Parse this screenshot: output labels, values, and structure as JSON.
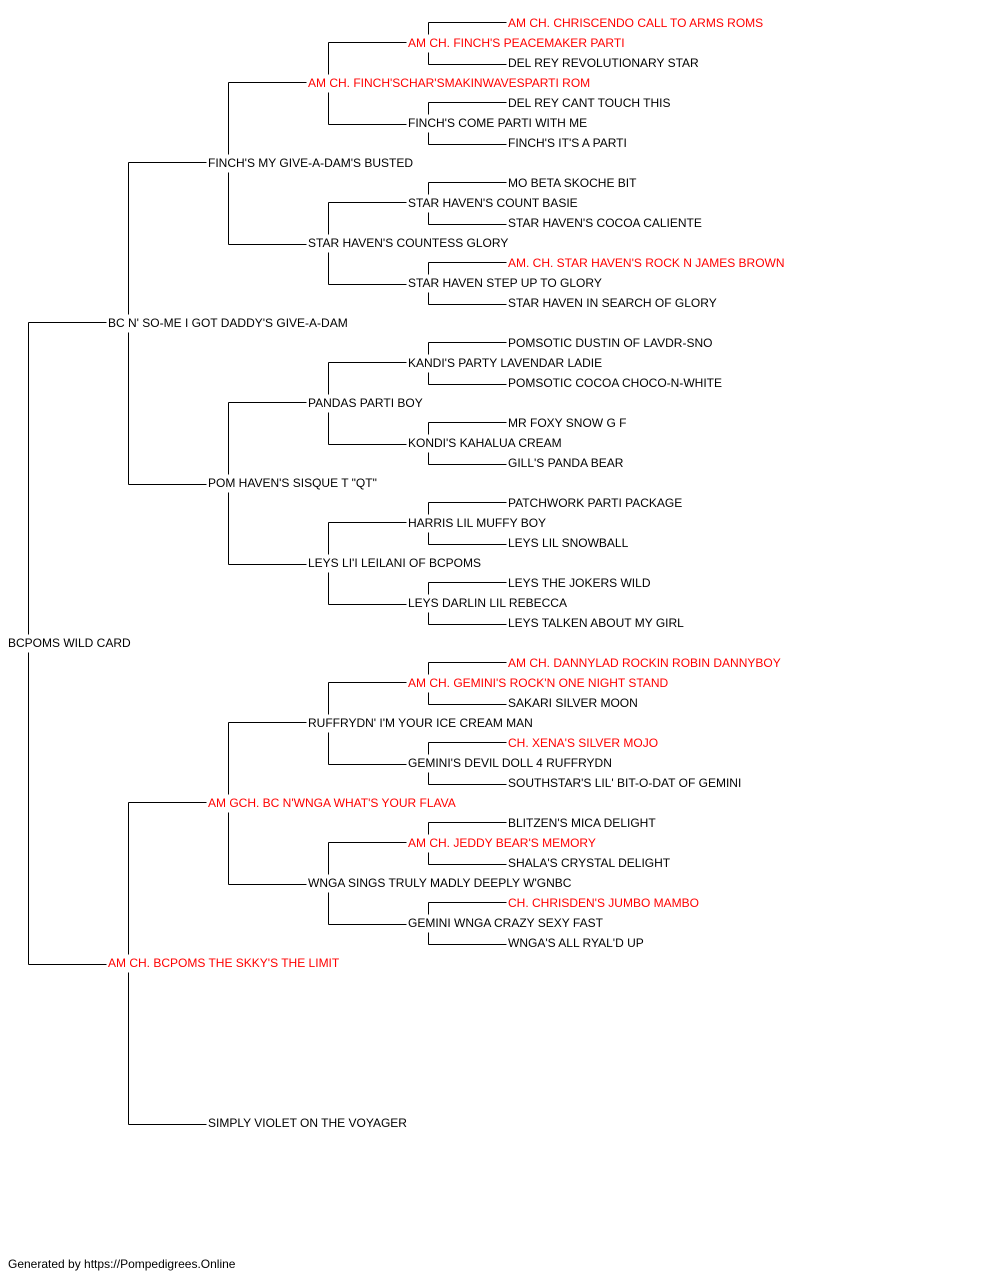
{
  "colors": {
    "champion": "#ff0000",
    "regular": "#000000",
    "line": "#000000"
  },
  "pedigree": {
    "name": "BCPOMS WILD CARD",
    "champion": false,
    "sire": {
      "name": "BC N' SO-ME I GOT DADDY'S GIVE-A-DAM",
      "champion": false,
      "sire": {
        "name": "FINCH'S MY GIVE-A-DAM'S BUSTED",
        "champion": false,
        "sire": {
          "name": "AM CH. FINCH'SCHAR'SMAKINWAVESPARTI ROM",
          "champion": true,
          "sire": {
            "name": "AM CH. FINCH'S PEACEMAKER PARTI",
            "champion": true,
            "sire": {
              "name": "AM CH. CHRISCENDO CALL TO ARMS ROMS",
              "champion": true
            },
            "dam": {
              "name": "DEL REY REVOLUTIONARY STAR",
              "champion": false
            }
          },
          "dam": {
            "name": "FINCH'S COME PARTI WITH ME",
            "champion": false,
            "sire": {
              "name": "DEL REY CANT TOUCH THIS",
              "champion": false
            },
            "dam": {
              "name": "FINCH'S IT'S A PARTI",
              "champion": false
            }
          }
        },
        "dam": {
          "name": "STAR HAVEN'S COUNTESS GLORY",
          "champion": false,
          "sire": {
            "name": "STAR HAVEN'S COUNT BASIE",
            "champion": false,
            "sire": {
              "name": "MO BETA SKOCHE BIT",
              "champion": false
            },
            "dam": {
              "name": "STAR HAVEN'S COCOA CALIENTE",
              "champion": false
            }
          },
          "dam": {
            "name": "STAR HAVEN STEP UP TO GLORY",
            "champion": false,
            "sire": {
              "name": "AM. CH. STAR HAVEN'S ROCK N JAMES BROWN",
              "champion": true
            },
            "dam": {
              "name": "STAR HAVEN IN SEARCH OF GLORY",
              "champion": false
            }
          }
        }
      },
      "dam": {
        "name": "POM HAVEN'S SISQUE T \"QT\"",
        "champion": false,
        "sire": {
          "name": "PANDAS PARTI BOY",
          "champion": false,
          "sire": {
            "name": "KANDI'S PARTY LAVENDAR LADIE",
            "champion": false,
            "sire": {
              "name": "POMSOTIC DUSTIN OF LAVDR-SNO",
              "champion": false
            },
            "dam": {
              "name": "POMSOTIC COCOA CHOCO-N-WHITE",
              "champion": false
            }
          },
          "dam": {
            "name": "KONDI'S KAHALUA CREAM",
            "champion": false,
            "sire": {
              "name": "MR FOXY SNOW G F",
              "champion": false
            },
            "dam": {
              "name": "GILL'S PANDA BEAR",
              "champion": false
            }
          }
        },
        "dam": {
          "name": "LEYS LI'I LEILANI OF BCPOMS",
          "champion": false,
          "sire": {
            "name": "HARRIS LIL MUFFY BOY",
            "champion": false,
            "sire": {
              "name": "PATCHWORK PARTI PACKAGE",
              "champion": false
            },
            "dam": {
              "name": "LEYS LIL SNOWBALL",
              "champion": false
            }
          },
          "dam": {
            "name": "LEYS DARLIN LIL REBECCA",
            "champion": false,
            "sire": {
              "name": "LEYS THE JOKERS WILD",
              "champion": false
            },
            "dam": {
              "name": "LEYS TALKEN ABOUT MY GIRL",
              "champion": false
            }
          }
        }
      }
    },
    "dam": {
      "name": "AM CH. BCPOMS THE SKKY'S THE LIMIT",
      "champion": true,
      "sire": {
        "name": "AM GCH. BC N'WNGA WHAT'S YOUR FLAVA",
        "champion": true,
        "sire": {
          "name": "RUFFRYDN' I'M YOUR ICE CREAM MAN",
          "champion": false,
          "sire": {
            "name": "AM CH. GEMINI'S ROCK'N ONE NIGHT STAND",
            "champion": true,
            "sire": {
              "name": "AM CH. DANNYLAD ROCKIN ROBIN DANNYBOY",
              "champion": true
            },
            "dam": {
              "name": "SAKARI SILVER MOON",
              "champion": false
            }
          },
          "dam": {
            "name": "GEMINI'S DEVIL DOLL 4 RUFFRYDN",
            "champion": false,
            "sire": {
              "name": "CH. XENA'S SILVER MOJO",
              "champion": true
            },
            "dam": {
              "name": "SOUTHSTAR'S LIL' BIT-O-DAT OF GEMINI",
              "champion": false
            }
          }
        },
        "dam": {
          "name": "WNGA SINGS TRULY MADLY DEEPLY W'GNBC",
          "champion": false,
          "sire": {
            "name": "AM CH. JEDDY BEAR'S MEMORY",
            "champion": true,
            "sire": {
              "name": "BLITZEN'S MICA DELIGHT",
              "champion": false
            },
            "dam": {
              "name": "SHALA'S CRYSTAL DELIGHT",
              "champion": false
            }
          },
          "dam": {
            "name": "GEMINI WNGA CRAZY SEXY FAST",
            "champion": false,
            "sire": {
              "name": "CH. CHRISDEN'S JUMBO MAMBO",
              "champion": true
            },
            "dam": {
              "name": "WNGA'S ALL RYAL'D UP",
              "champion": false
            }
          }
        }
      },
      "dam": {
        "name": "SIMPLY VIOLET ON THE VOYAGER",
        "champion": false
      }
    }
  },
  "footer": {
    "text": "Generated by https://Pompedigrees.Online"
  }
}
